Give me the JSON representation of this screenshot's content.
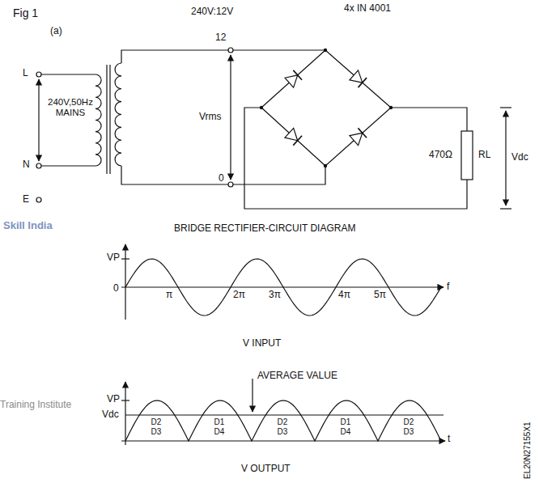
{
  "diagram": {
    "title": "Fig 1",
    "labels": [
      "(a)",
      "240V:12V",
      "4x IN 4001",
      "12",
      "L",
      "240V,50Hz MAINS",
      "N",
      "E",
      "Vrms",
      "0",
      "470Ω",
      "RL",
      "Vdc",
      "BRIDGE RECTIFIER-CIRCUIT DIAGRAM",
      "VP",
      "0",
      "π",
      "2π",
      "3π",
      "4π",
      "5π",
      "f",
      "V INPUT",
      "AVERAGE VALUE",
      "VP",
      "Vdc",
      "D2 D3",
      "D1 D4",
      "D2 D3",
      "D1 D4",
      "D2 D3",
      "t",
      "V OUTPUT",
      "EL20N27155X1",
      "Skill India",
      "Training Institute"
    ]
  }
}
